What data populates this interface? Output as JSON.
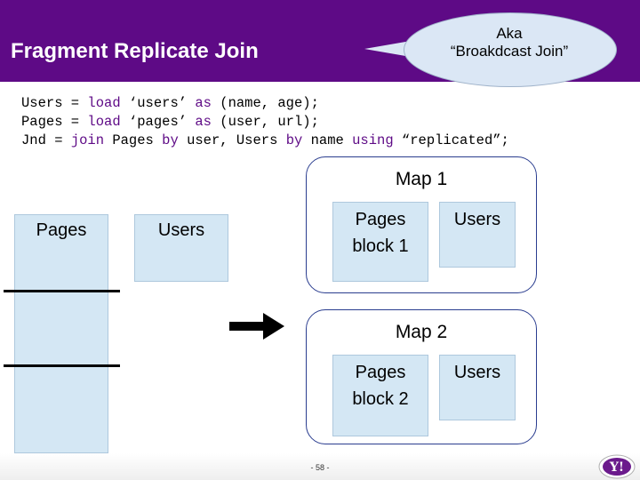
{
  "slide": {
    "title": "Fragment Replicate Join",
    "callout": {
      "line1": "Aka",
      "line2": "“Broakdcast Join”"
    },
    "code": [
      {
        "plain1": "Users = ",
        "kw1": "load",
        "plain2": " ‘users’ ",
        "kw2": "as",
        "plain3": " (name, age);"
      },
      {
        "plain1": "Pages = ",
        "kw1": "load",
        "plain2": " ‘pages’ ",
        "kw2": "as",
        "plain3": " (user, url);"
      },
      {
        "plain1": "Jnd = ",
        "kw1": "join",
        "plain2": " Pages ",
        "kw2": "by",
        "plain3": " user, Users ",
        "kw3": "by",
        "plain4": " name ",
        "kw4": "using",
        "plain5": " “replicated”;"
      }
    ],
    "left": {
      "pages_label": "Pages",
      "users_label": "Users"
    },
    "maps": [
      {
        "title": "Map 1",
        "pages_line1": "Pages",
        "pages_line2": "block 1",
        "users": "Users"
      },
      {
        "title": "Map 2",
        "pages_line1": "Pages",
        "pages_line2": "block 2",
        "users": "Users"
      }
    ],
    "page_number": "- 58 -",
    "logo_text": "Y!"
  },
  "colors": {
    "header": "#5e0a86",
    "box_fill": "#d4e7f4",
    "map_border": "#2a3d8f",
    "callout_fill": "#dbe7f5",
    "keyword": "#5e0a86"
  },
  "icons": [
    "right-arrow-icon",
    "yahoo-logo-icon"
  ]
}
